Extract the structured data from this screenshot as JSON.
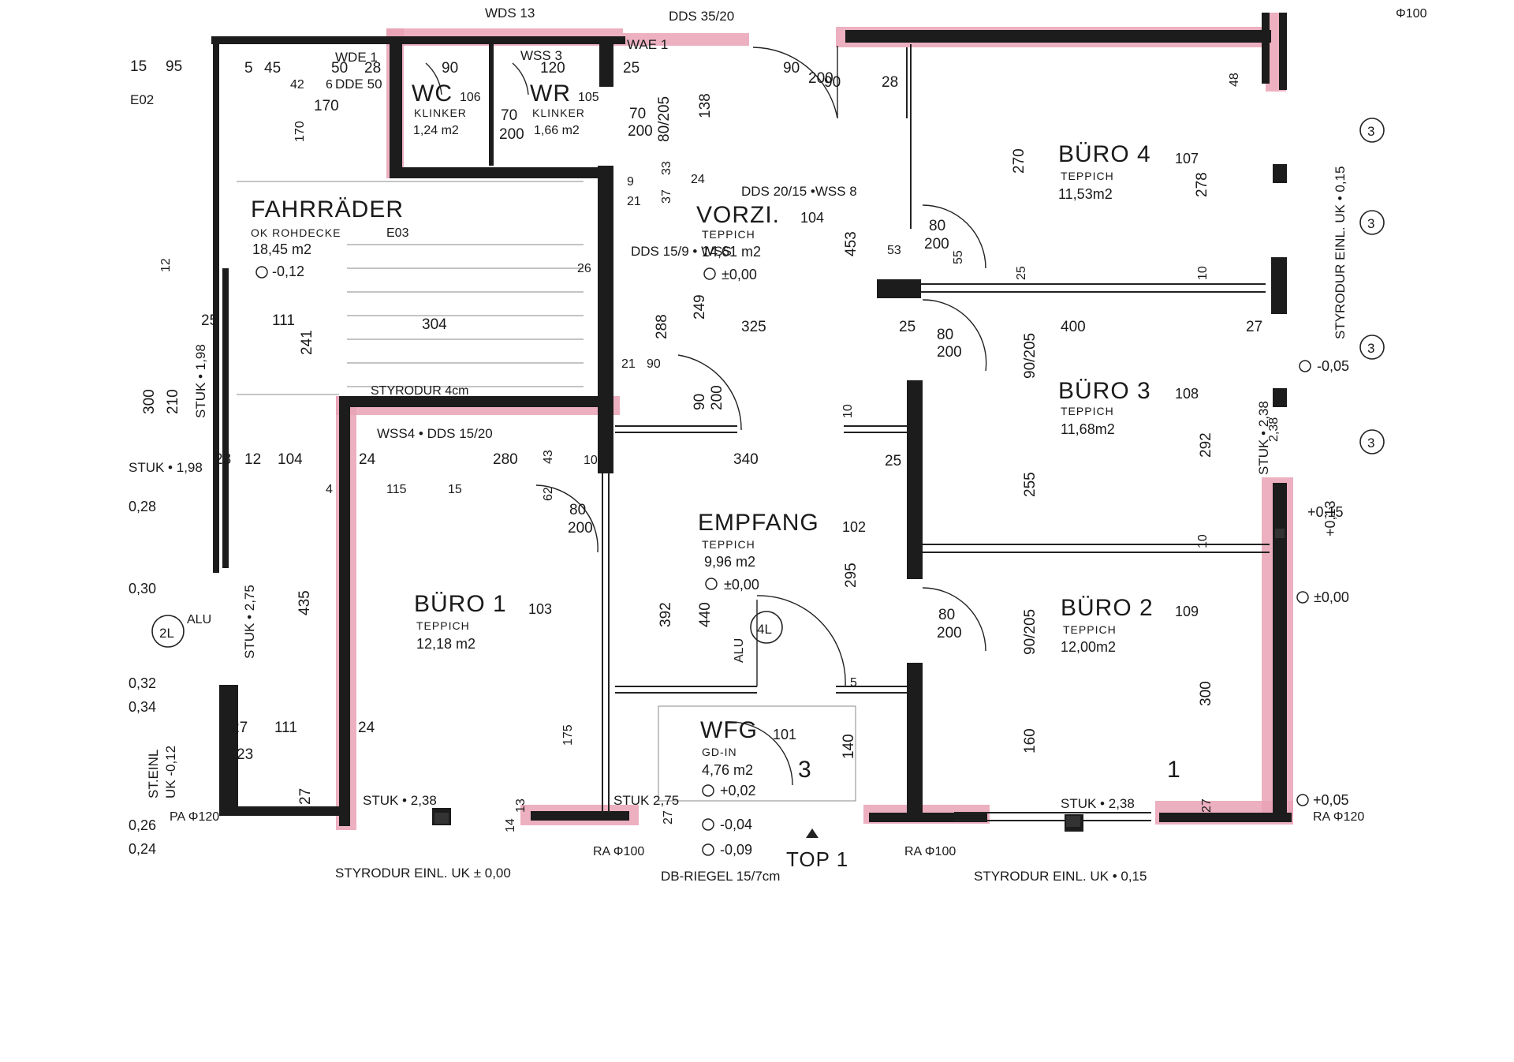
{
  "colors": {
    "wall": "#1c1c1c",
    "highlight": "#e9a2b6",
    "ink": "#1a1a1a",
    "paper": "#ffffff"
  },
  "rooms": {
    "fahrrader": {
      "name": "FAHRRÄDER",
      "floor": "OK ROHDECKE",
      "code": "E03",
      "area": "18,45 m2",
      "level": "-0,12"
    },
    "wc": {
      "name": "WC",
      "number": "106",
      "floor": "KLINKER",
      "area": "1,24 m2"
    },
    "wr": {
      "name": "WR",
      "number": "105",
      "floor": "KLINKER",
      "area": "1,66 m2"
    },
    "vorzi": {
      "name": "VORZI.",
      "number": "104",
      "floor": "TEPPICH",
      "area": "14,61 m2",
      "level": "±0,00"
    },
    "buero4": {
      "name": "BÜRO 4",
      "number": "107",
      "floor": "TEPPICH",
      "area": "11,53m2"
    },
    "buero3": {
      "name": "BÜRO 3",
      "number": "108",
      "floor": "TEPPICH",
      "area": "11,68m2"
    },
    "empfang": {
      "name": "EMPFANG",
      "number": "102",
      "floor": "TEPPICH",
      "area": "9,96 m2",
      "level": "±0,00"
    },
    "buero1": {
      "name": "BÜRO 1",
      "number": "103",
      "floor": "TEPPICH",
      "area": "12,18 m2"
    },
    "buero2": {
      "name": "BÜRO 2",
      "number": "109",
      "floor": "TEPPICH",
      "area": "12,00m2"
    },
    "wfg": {
      "name": "WFG",
      "number": "101",
      "floor": "GD-IN",
      "area": "4,76 m2",
      "level": "+0,02"
    }
  },
  "doors": {
    "door_vorzi": {
      "w": "90",
      "h": "200"
    },
    "door_b4": {
      "w": "80",
      "h": "200"
    },
    "door_b3": {
      "w": "80",
      "h": "200"
    },
    "door_b2": {
      "w": "80",
      "h": "200"
    },
    "door_b1": {
      "w": "80",
      "h": "200"
    },
    "door_wc": {
      "w": "70",
      "h": "200"
    },
    "door_wr": {
      "w": "70",
      "h": "200"
    }
  },
  "notes": {
    "top_dds": "DDS 35/20",
    "wds": "WDS 13",
    "wae": "WAE 1",
    "wss3": "WSS 3",
    "wde": "WDE 1",
    "dde": "DDE 50",
    "e02": "E02",
    "dds_wss8": "DDS 20/15 •WSS 8",
    "dds_15_9": "DDS 15/9 • WSS",
    "styrodur4": "STYRODUR 4cm",
    "wss4": "WSS4 • DDS 15/20",
    "stuk198a": "STUK • 1,98",
    "stuk198b": "STUK • 1,98",
    "stuk275a": "STUK • 2,75",
    "stuk275b": "STUK 2,75",
    "stuk238a": "STUK • 2,38",
    "stuk238b": "STUK • 2,38",
    "stuk238c": "STUK • 2,38",
    "styrodur_einl_uk015": "STYRODUR EINL. UK • 0,15",
    "styrodur_einl_bottom_left": "STYRODUR EINL. UK ± 0,00",
    "styrodur_einl_bottom_right": "STYRODUR EINL. UK • 0,15",
    "db_riegel": "DB-RIEGEL 15/7cm",
    "top1": "TOP 1",
    "ra100a": "RA Φ100",
    "ra100b": "RA Φ100",
    "ra120": "RA Φ120",
    "ra120b": "PA Φ120",
    "phi100": "Φ100",
    "st_einl": "ST.EINL",
    "uk012": "UK -0,12",
    "alu1": "ALU",
    "alu2": "ALU",
    "lvl_minus005": "-0,05",
    "lvl_plus015": "+0,15",
    "lvl_plus013": "+0,13",
    "lvl_pm000": "±0,00",
    "lvl_plus005": "+0,05",
    "lvl_plus004": "-0,04",
    "lvl_minus009": "-0,09",
    "lvl_028": "0,28",
    "lvl_030": "0,30",
    "lvl_032": "0,32",
    "lvl_034": "0,34",
    "lvl_026": "0,26",
    "lvl_024": "0,24",
    "tag_2L": "2L",
    "tag_4L": "4L",
    "axis3a": "3",
    "axis3b": "3",
    "axis3c": "3",
    "axis3d": "3",
    "sec3": "3",
    "sec1": "1"
  },
  "dims": {
    "d15": "15",
    "d95": "95",
    "d5": "5",
    "d45": "45",
    "d50": "50",
    "d28a": "28",
    "d90top": "90",
    "d120": "120",
    "d25top": "25",
    "d170": "170",
    "d170v": "170",
    "d42": "42",
    "d6": "6",
    "d90door": "90",
    "d28b": "28",
    "d270": "270",
    "d278": "278",
    "d48": "48",
    "d138": "138",
    "d80_205": "80/205",
    "d37": "37",
    "d33": "33",
    "d24": "24",
    "d453": "453",
    "d53": "53",
    "d55": "55",
    "d25b4": "25",
    "d10b4": "10",
    "d111": "111",
    "d304": "304",
    "d241": "241",
    "d25f": "25",
    "d300": "300",
    "d210": "210",
    "d249": "249",
    "d288": "288",
    "d325": "325",
    "d21": "21",
    "d90e": "90",
    "d400": "400",
    "d27": "27",
    "d90_205": "90/205",
    "d292": "292",
    "d255": "255",
    "d340": "340",
    "d10e": "10",
    "d25e": "25",
    "d280": "280",
    "d43": "43",
    "d10c": "10",
    "d104": "104",
    "d23": "23",
    "d12": "12",
    "d24a": "24",
    "d4": "4",
    "d115": "115",
    "d15s": "15",
    "d62": "62",
    "d295": "295",
    "d392": "392",
    "d440": "440",
    "d5w": "5",
    "d90_205b": "90/205",
    "d300b": "300",
    "d160": "160",
    "d10b2": "10",
    "d435": "435",
    "d111b": "111",
    "d24b": "24",
    "d27a": "27",
    "d23b": "23",
    "d175": "175",
    "d140": "140",
    "d27b": "27",
    "d14": "14",
    "d13": "13",
    "d27c": "27",
    "d27d": "27",
    "d9": "9",
    "d21b": "21",
    "d26": "26",
    "d25v": "25",
    "d12v": "12",
    "d138b": "2,38",
    "d90s": "90",
    "d200s": "200"
  }
}
